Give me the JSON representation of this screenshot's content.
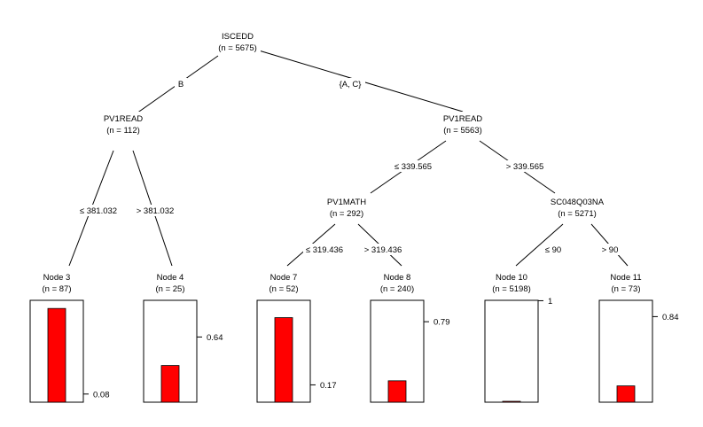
{
  "colors": {
    "bar": "#ff0000",
    "line": "#000000",
    "background": "#ffffff"
  },
  "nodes": {
    "n1": {
      "var": "ISCEDD",
      "n": "(n = 5675)"
    },
    "n2": {
      "var": "PV1READ",
      "n": "(n = 112)"
    },
    "n5": {
      "var": "PV1READ",
      "n": "(n = 5563)"
    },
    "n6": {
      "var": "PV1MATH",
      "n": "(n = 292)"
    },
    "n9": {
      "var": "SC048Q03NA",
      "n": "(n = 5271)"
    }
  },
  "edges": {
    "n1_left": "B",
    "n1_right": "{A, C}",
    "n2_left": "≤ 381.032",
    "n2_right": "> 381.032",
    "n5_left": "≤ 339.565",
    "n5_right": "> 339.565",
    "n6_left": "≤ 319.436",
    "n6_right": "> 319.436",
    "n9_left": "≤ 90",
    "n9_right": "> 90"
  },
  "leaves": [
    {
      "title": "Node 3",
      "n": "(n = 87)",
      "value": 0.92,
      "tick_label": "0.08"
    },
    {
      "title": "Node 4",
      "n": "(n = 25)",
      "value": 0.36,
      "tick_label": "0.64"
    },
    {
      "title": "Node 7",
      "n": "(n = 52)",
      "value": 0.83,
      "tick_label": "0.17"
    },
    {
      "title": "Node 8",
      "n": "(n = 240)",
      "value": 0.21,
      "tick_label": "0.79"
    },
    {
      "title": "Node 10",
      "n": "(n = 5198)",
      "value": 0.004,
      "tick_label": "1"
    },
    {
      "title": "Node 11",
      "n": "(n = 73)",
      "value": 0.16,
      "tick_label": "0.84"
    }
  ]
}
